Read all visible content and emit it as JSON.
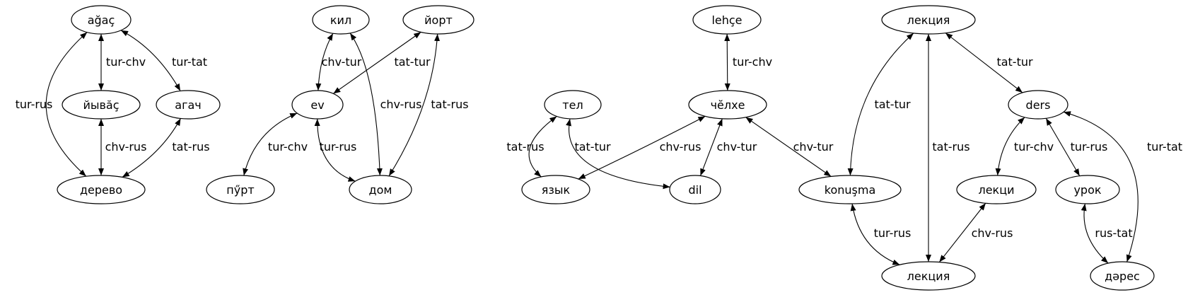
{
  "nodes": [
    {
      "id": "agac",
      "label": "ağaç"
    },
    {
      "id": "yivas",
      "label": "йывăç"
    },
    {
      "id": "agach",
      "label": "агач"
    },
    {
      "id": "derevo",
      "label": "дерево"
    },
    {
      "id": "kil",
      "label": "кил"
    },
    {
      "id": "yort",
      "label": "йорт"
    },
    {
      "id": "ev",
      "label": "ev"
    },
    {
      "id": "purt",
      "label": "пӳрт"
    },
    {
      "id": "dom",
      "label": "дом"
    },
    {
      "id": "lehce",
      "label": "lehçe"
    },
    {
      "id": "tel",
      "label": "тел"
    },
    {
      "id": "chelhe",
      "label": "чĕлхе"
    },
    {
      "id": "yazyk",
      "label": "язык"
    },
    {
      "id": "dil",
      "label": "dil"
    },
    {
      "id": "konusma",
      "label": "konuşma"
    },
    {
      "id": "lekciya1",
      "label": "лекция"
    },
    {
      "id": "ders",
      "label": "ders"
    },
    {
      "id": "lekci",
      "label": "лекци"
    },
    {
      "id": "urok",
      "label": "урок"
    },
    {
      "id": "lekciya2",
      "label": "лекция"
    },
    {
      "id": "deres",
      "label": "дәрес"
    }
  ],
  "edges": [
    {
      "from": "agac",
      "to": "derevo",
      "label": "tur-rus"
    },
    {
      "from": "agac",
      "to": "yivas",
      "label": "tur-chv"
    },
    {
      "from": "agac",
      "to": "agach",
      "label": "tur-tat"
    },
    {
      "from": "yivas",
      "to": "derevo",
      "label": "chv-rus"
    },
    {
      "from": "agach",
      "to": "derevo",
      "label": "tat-rus"
    },
    {
      "from": "kil",
      "to": "ev",
      "label": "chv-tur"
    },
    {
      "from": "yort",
      "to": "ev",
      "label": "tat-tur"
    },
    {
      "from": "kil",
      "to": "dom",
      "label": "chv-rus"
    },
    {
      "from": "yort",
      "to": "dom",
      "label": "tat-rus"
    },
    {
      "from": "ev",
      "to": "purt",
      "label": "tur-chv"
    },
    {
      "from": "ev",
      "to": "dom",
      "label": "tur-rus"
    },
    {
      "from": "lehce",
      "to": "chelhe",
      "label": "tur-chv"
    },
    {
      "from": "tel",
      "to": "yazyk",
      "label": "tat-rus"
    },
    {
      "from": "tel",
      "to": "dil",
      "label": "tat-tur"
    },
    {
      "from": "chelhe",
      "to": "yazyk",
      "label": "chv-rus"
    },
    {
      "from": "chelhe",
      "to": "dil",
      "label": "chv-tur"
    },
    {
      "from": "chelhe",
      "to": "konusma",
      "label": "chv-tur"
    },
    {
      "from": "lekciya1",
      "to": "konusma",
      "label": "tat-tur"
    },
    {
      "from": "lekciya1",
      "to": "lekciya2",
      "label": "tat-rus"
    },
    {
      "from": "lekciya1",
      "to": "ders",
      "label": "tat-tur"
    },
    {
      "from": "konusma",
      "to": "lekciya2",
      "label": "tur-rus"
    },
    {
      "from": "lekci",
      "to": "lekciya2",
      "label": "chv-rus"
    },
    {
      "from": "ders",
      "to": "lekci",
      "label": "tur-chv"
    },
    {
      "from": "ders",
      "to": "urok",
      "label": "tur-rus"
    },
    {
      "from": "urok",
      "to": "deres",
      "label": "rus-tat"
    },
    {
      "from": "ders",
      "to": "deres",
      "label": "tur-tat"
    }
  ]
}
